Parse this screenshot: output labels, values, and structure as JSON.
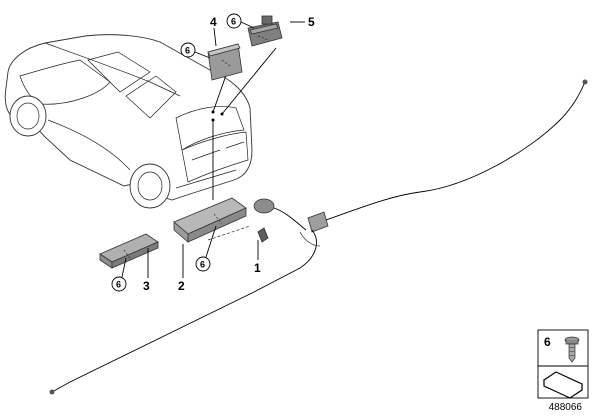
{
  "callouts": {
    "part_1": "1",
    "part_2": "2",
    "part_3": "3",
    "part_4": "4",
    "part_5": "5",
    "screw_6": "6"
  },
  "legend": {
    "item": "6"
  },
  "reference_number": "488066"
}
